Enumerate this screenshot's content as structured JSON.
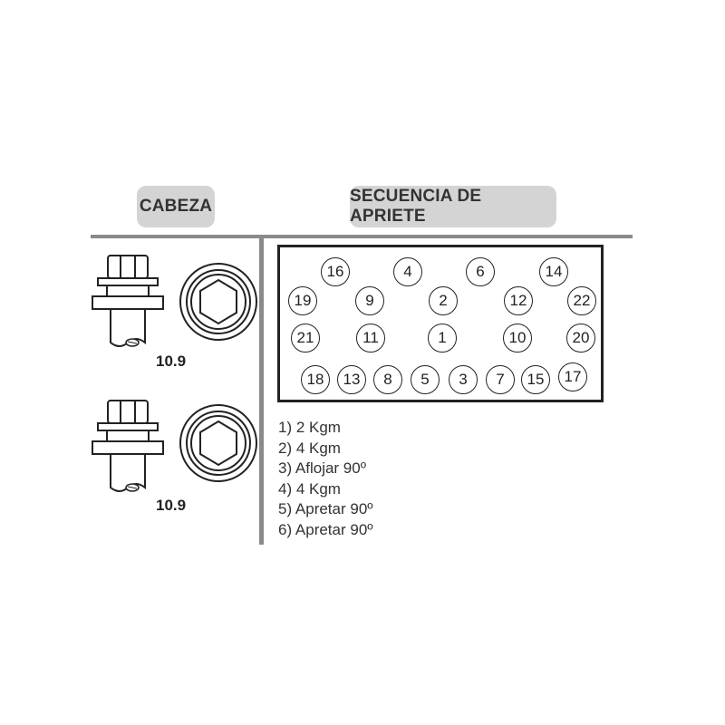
{
  "headers": {
    "cabeza": "CABEZA",
    "secuencia": "SECUENCIA DE APRIETE"
  },
  "grades": [
    "10.9",
    "10.9"
  ],
  "sequence": [
    "16",
    "4",
    "6",
    "14",
    "19",
    "9",
    "2",
    "12",
    "22",
    "21",
    "11",
    "1",
    "10",
    "20",
    "18",
    "13",
    "8",
    "5",
    "3",
    "7",
    "15",
    "17"
  ],
  "steps": [
    "1) 2 Kgm",
    "2) 4 Kgm",
    "3) Aflojar 90º",
    "4) 4 Kgm",
    "5) Apretar 90º",
    "6) Apretar 90º"
  ],
  "colors": {
    "header_bg": "#d4d4d4",
    "divider": "#8a8a8a",
    "ink": "#222222"
  }
}
